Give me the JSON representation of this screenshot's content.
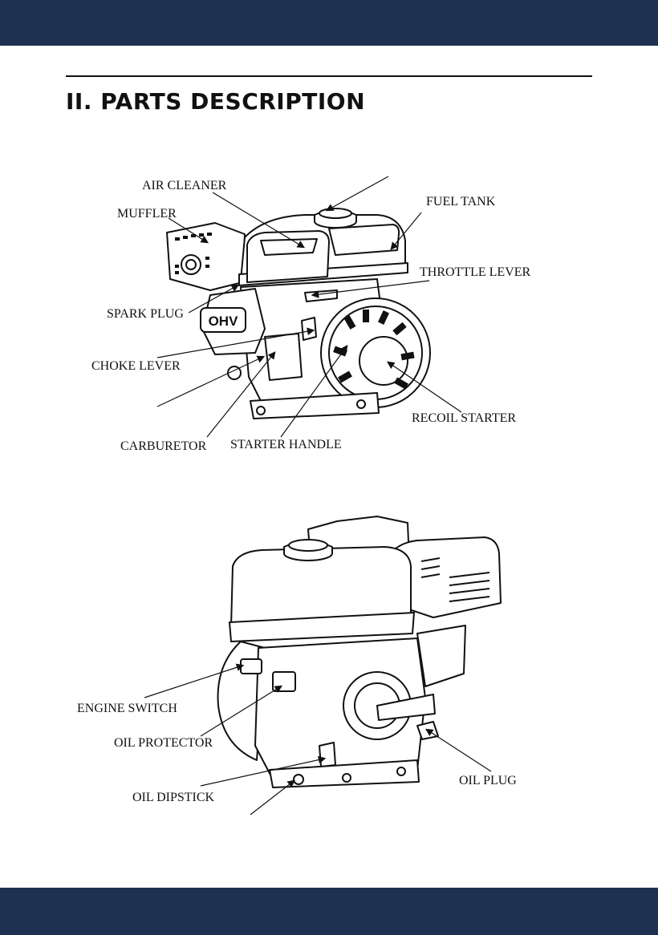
{
  "page": {
    "header_color": "#1f3150",
    "footer_color": "#1f3150"
  },
  "section_title": "II. PARTS DESCRIPTION",
  "diagram_top": {
    "labels": {
      "air_cleaner": "AIR CLEANER",
      "fuel_tank": "FUEL TANK",
      "muffler": "MUFFLER",
      "throttle_lever": "THROTTLE LEVER",
      "spark_plug": "SPARK PLUG",
      "choke_lever": "CHOKE LEVER",
      "recoil_starter": "RECOIL STARTER",
      "carburetor": "CARBURETOR",
      "starter_handle": "STARTER HANDLE"
    },
    "engine_badge": "OHV"
  },
  "diagram_bottom": {
    "labels": {
      "engine_switch": "ENGINE SWITCH",
      "oil_protector": "OIL PROTECTOR",
      "oil_dipstick": "OIL DIPSTICK",
      "oil_plug": "OIL PLUG"
    }
  }
}
